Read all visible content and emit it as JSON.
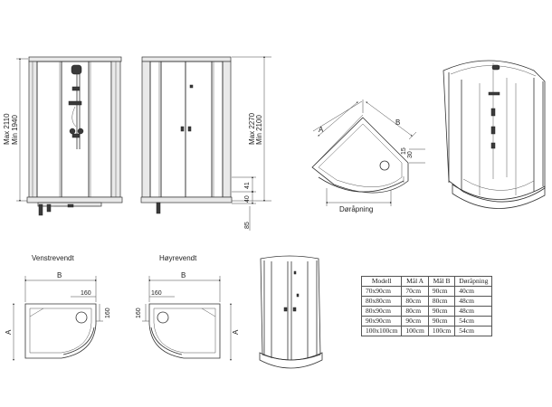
{
  "front_view": {
    "dim_max": "Max 2110",
    "dim_min": "Min 1940"
  },
  "side_view": {
    "dim_max": "Max 2270",
    "dim_min": "Min 2100",
    "dim_41": "41",
    "dim_40": "40",
    "dim_85": "85"
  },
  "top_view": {
    "label_a": "A",
    "label_b": "B",
    "dim_15": "15",
    "dim_30": "30",
    "door_label": "Døråpning"
  },
  "left_plan": {
    "title": "Venstrevendt",
    "label_b": "B",
    "label_a": "A",
    "dim_160_top": "160",
    "dim_160_side": "160"
  },
  "right_plan": {
    "title": "Høyrevendt",
    "label_b": "B",
    "label_a": "A",
    "dim_160_top": "160",
    "dim_160_side": "160"
  },
  "table": {
    "headers": [
      "Modell",
      "Mål A",
      "Mål B",
      "Døråpning"
    ],
    "rows": [
      [
        "70x90cm",
        "70cm",
        "90cm",
        "40cm"
      ],
      [
        "80x80cm",
        "80cm",
        "80cm",
        "48cm"
      ],
      [
        "80x90cm",
        "80cm",
        "90cm",
        "48cm"
      ],
      [
        "90x90cm",
        "90cm",
        "90cm",
        "54cm"
      ],
      [
        "100x100cm",
        "100cm",
        "100cm",
        "54cm"
      ]
    ]
  }
}
